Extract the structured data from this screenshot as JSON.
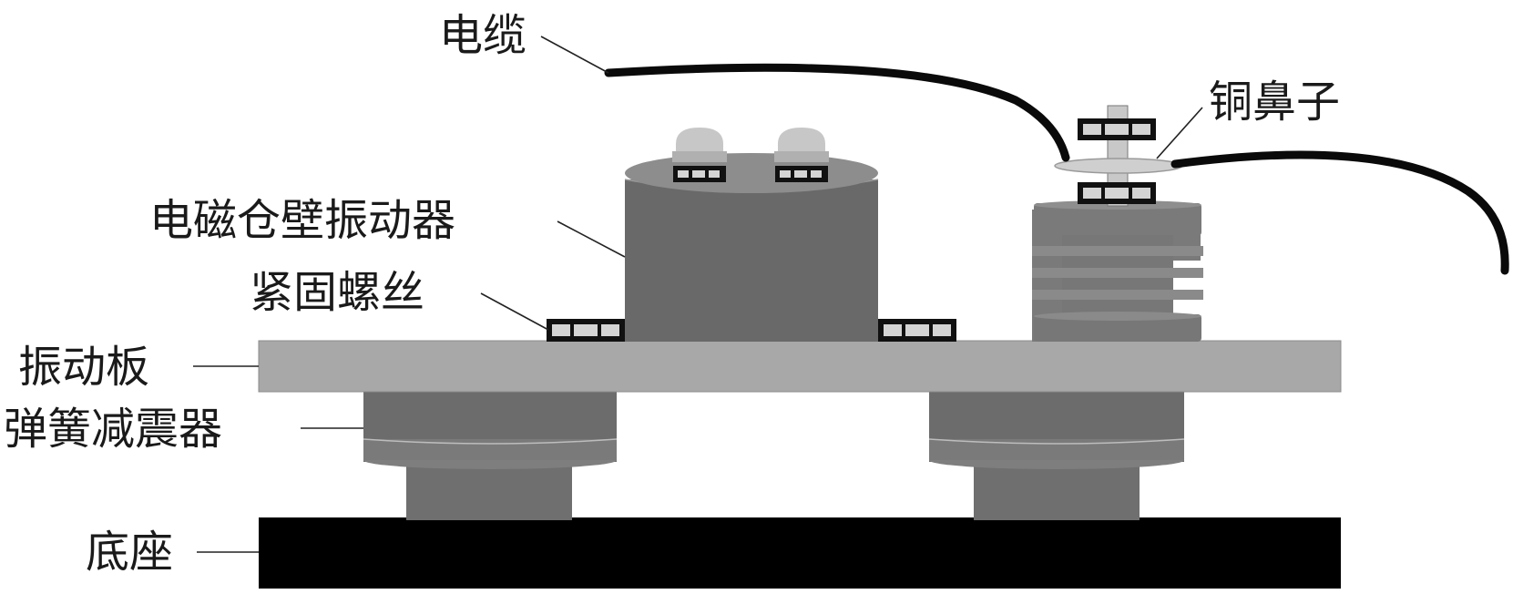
{
  "labels": {
    "cable": "电缆",
    "copper_lug": "铜鼻子",
    "vibrator": "电磁仓壁振动器",
    "bolts": "紧固螺丝",
    "plate": "振动板",
    "damper": "弹簧减震器",
    "base": "底座"
  },
  "colors": {
    "plate": "#a8a8a8",
    "base": "#000000",
    "vibrator_body": "#6a6a6a",
    "vibrator_top": "#8c8c8c",
    "damper_dark": "#6e6e6e",
    "damper_light": "#7c7c7c",
    "terminal": "#777777",
    "cable": "#0a0a0a",
    "nut_light": "#d4d4d4"
  }
}
